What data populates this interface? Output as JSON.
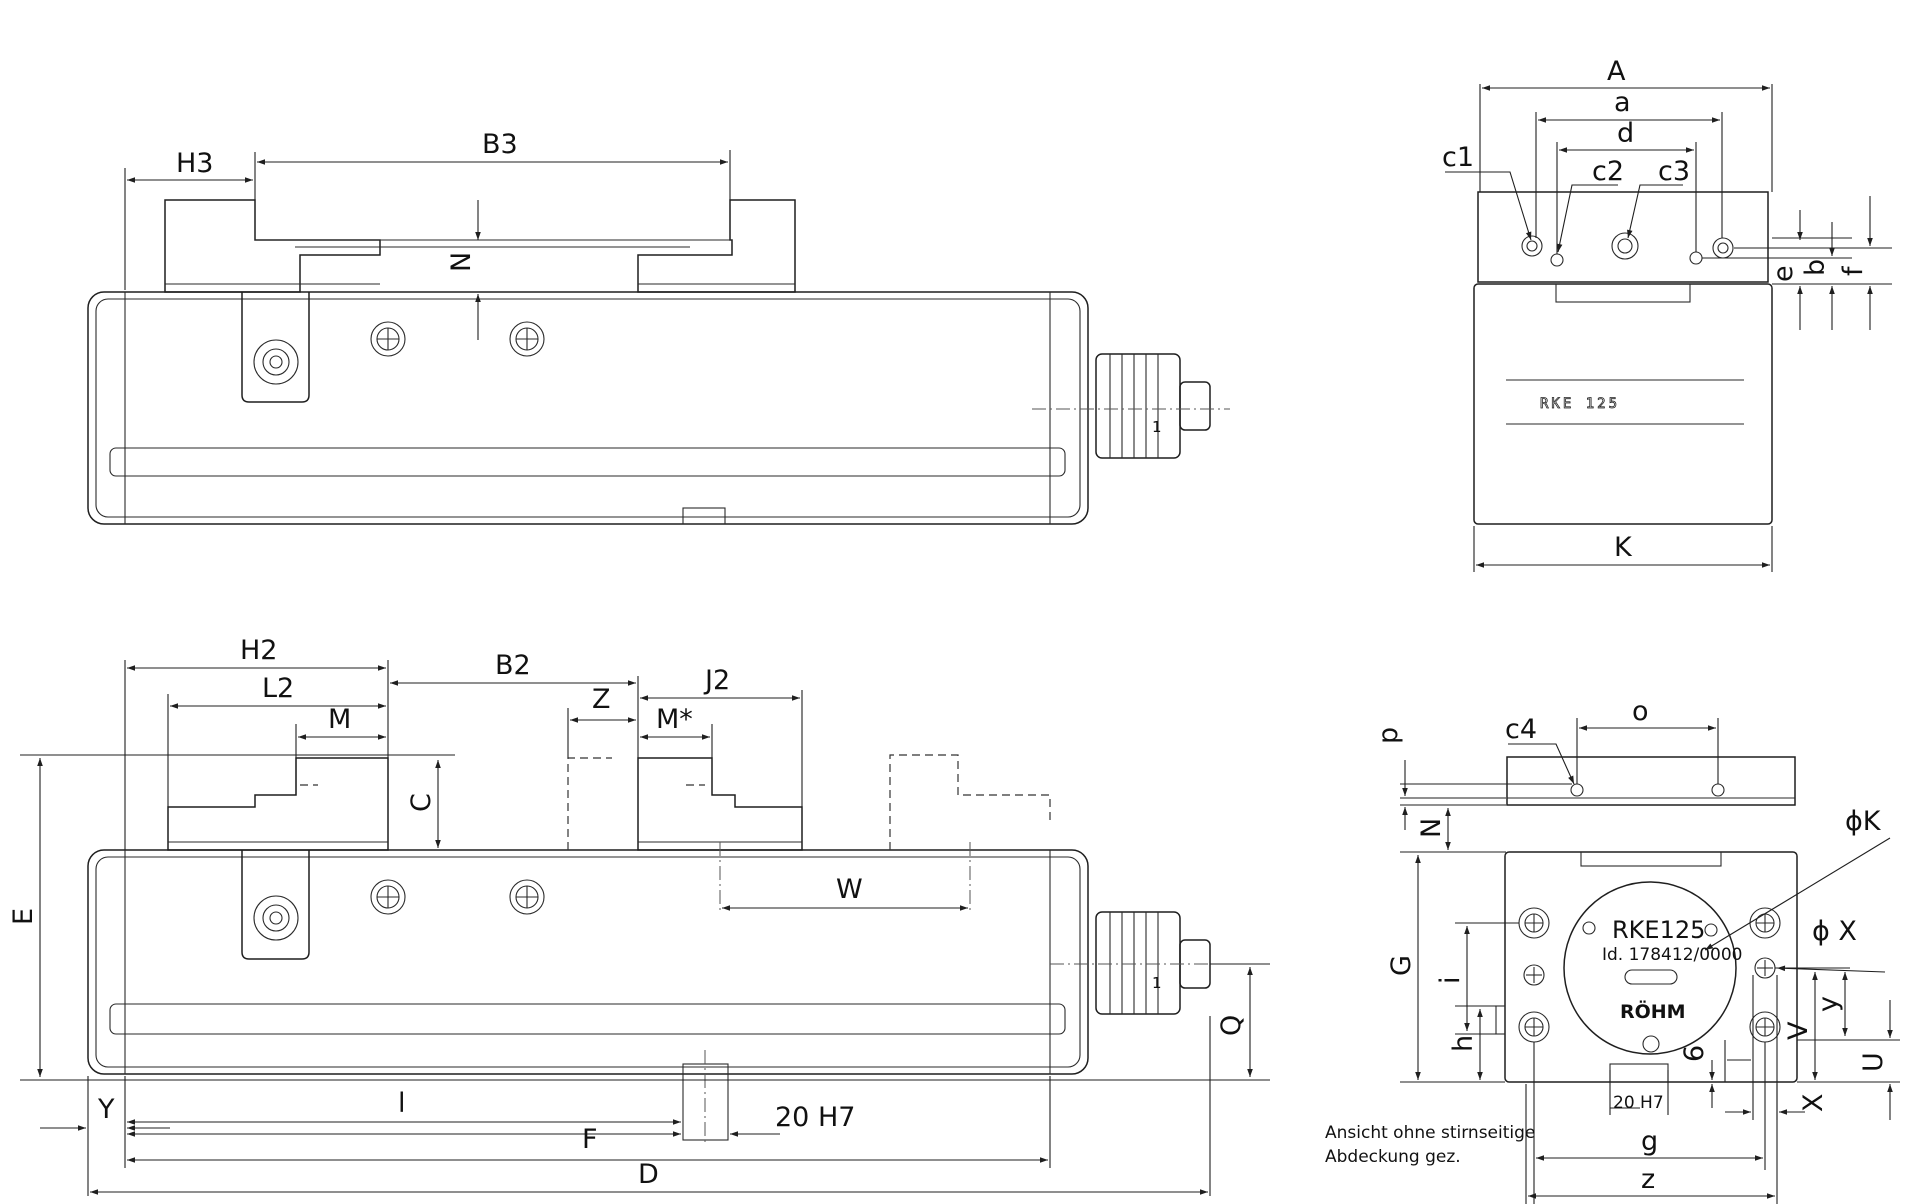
{
  "labels": {
    "H3": "H3",
    "B3": "B3",
    "N_top": "N",
    "A": "A",
    "a": "a",
    "d": "d",
    "c1": "c1",
    "c2": "c2",
    "c3": "c3",
    "e": "e",
    "b": "b",
    "f": "f",
    "K": "K",
    "H2": "H2",
    "L2": "L2",
    "M": "M",
    "B2": "B2",
    "Z": "Z",
    "Mstar": "M*",
    "J2": "J2",
    "C": "C",
    "E": "E",
    "W": "W",
    "Q": "Q",
    "Y": "Y",
    "l": "l",
    "F": "F",
    "fit_front": "20 H7",
    "D": "D",
    "c4": "c4",
    "o": "o",
    "p": "p",
    "N_end": "N",
    "phiK": "ϕK",
    "phiX": "ϕ X",
    "G": "G",
    "i": "i",
    "h": "h",
    "six": "6",
    "V": "V",
    "y": "y",
    "U": "U",
    "X": "X",
    "fit_end": "20 H7",
    "g": "g",
    "z": "z"
  },
  "plate": {
    "model": "RKE125",
    "id": "Id. 178412/0000",
    "brand": "RÖHM"
  },
  "side_stamp": "RKE 125",
  "knob_mark": "1",
  "note": [
    "Ansicht ohne stirnseitige",
    "Abdeckung gez."
  ]
}
